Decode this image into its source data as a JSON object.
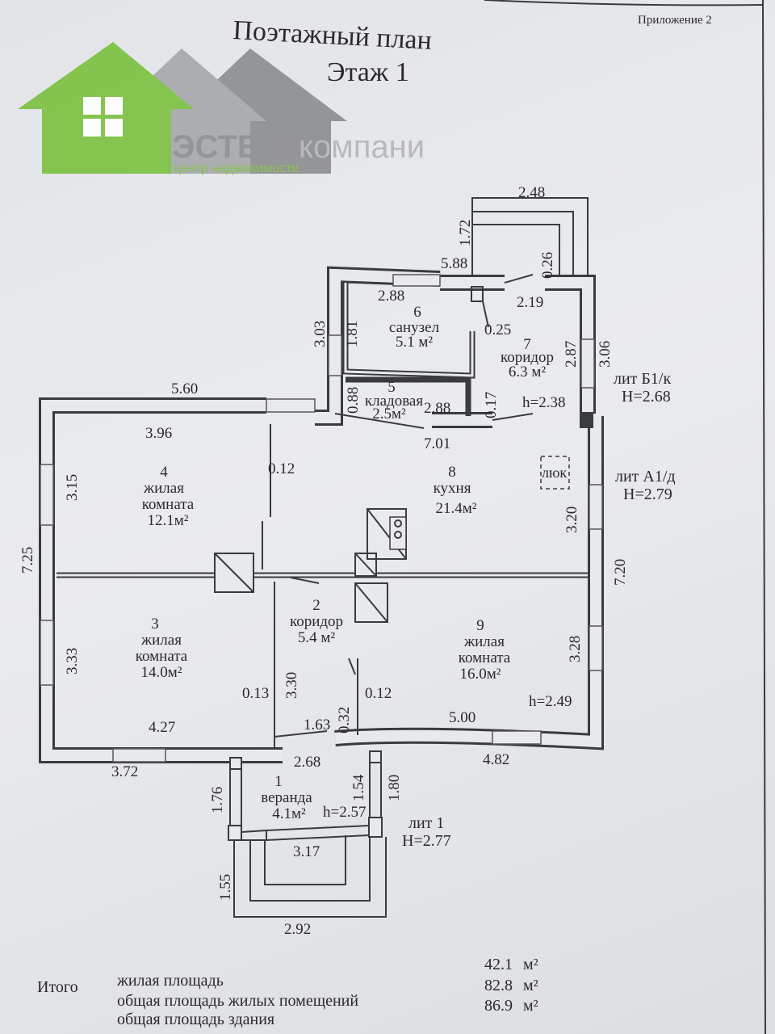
{
  "header": {
    "appendix": "Приложение 2",
    "title": "Поэтажный план",
    "floor": "Этаж 1"
  },
  "logo": {
    "brand_bold": "ЭСТЕЙТ",
    "brand_light": "компани",
    "tagline": "центр недвижимости",
    "green": "#7dc241",
    "gray": "#9a9b9e"
  },
  "rooms": [
    {
      "num": "1",
      "name": "веранда",
      "area": "4.1м²"
    },
    {
      "num": "2",
      "name": "коридор",
      "area": "5.4 м²"
    },
    {
      "num": "3",
      "name": "жилая",
      "name2": "комната",
      "area": "14.0м²"
    },
    {
      "num": "4",
      "name": "жилая",
      "name2": "комната",
      "area": "12.1м²"
    },
    {
      "num": "5",
      "name": "кладовая",
      "area": "2.5м²"
    },
    {
      "num": "6",
      "name": "санузел",
      "area": "5.1 м²"
    },
    {
      "num": "7",
      "name": "коридор",
      "area": "6.3 м²"
    },
    {
      "num": "8",
      "name": "кухня",
      "area": "21.4м²"
    },
    {
      "num": "9",
      "name": "жилая",
      "name2": "комната",
      "area": "16.0м²"
    }
  ],
  "dimensions": [
    "2.48",
    "1.72",
    "5.88",
    "0.26",
    "2.88",
    "2.19",
    "3.03",
    "1.81",
    "0.25",
    "2.87",
    "3.06",
    "0.88",
    "2.88",
    "0.17",
    "h=2.38",
    "5.60",
    "3.96",
    "7.01",
    "0.12",
    "3.15",
    "7.25",
    "3.20",
    "7.20",
    "3.33",
    "3.30",
    "0.13",
    "0.12",
    "3.28",
    "h=2.49",
    "0.32",
    "1.63",
    "4.27",
    "5.00",
    "3.72",
    "2.68",
    "4.82",
    "1.76",
    "1.54",
    "1.80",
    "h=2.57",
    "3.17",
    "1.55",
    "2.92"
  ],
  "hatch_label": "люк",
  "liters": [
    {
      "name": "лит Б1/к",
      "height": "H=2.68"
    },
    {
      "name": "лит А1/д",
      "height": "H=2.79"
    },
    {
      "name": "лит 1",
      "height": "H=2.77"
    }
  ],
  "totals": {
    "label": "Итого",
    "rows": [
      {
        "name": "жилая площадь",
        "value": "42.1",
        "unit": "м²"
      },
      {
        "name": "общая площадь жилых помещений",
        "value": "82.8",
        "unit": "м²"
      },
      {
        "name": "общая площадь здания",
        "value": "86.9",
        "unit": "м²"
      }
    ]
  }
}
